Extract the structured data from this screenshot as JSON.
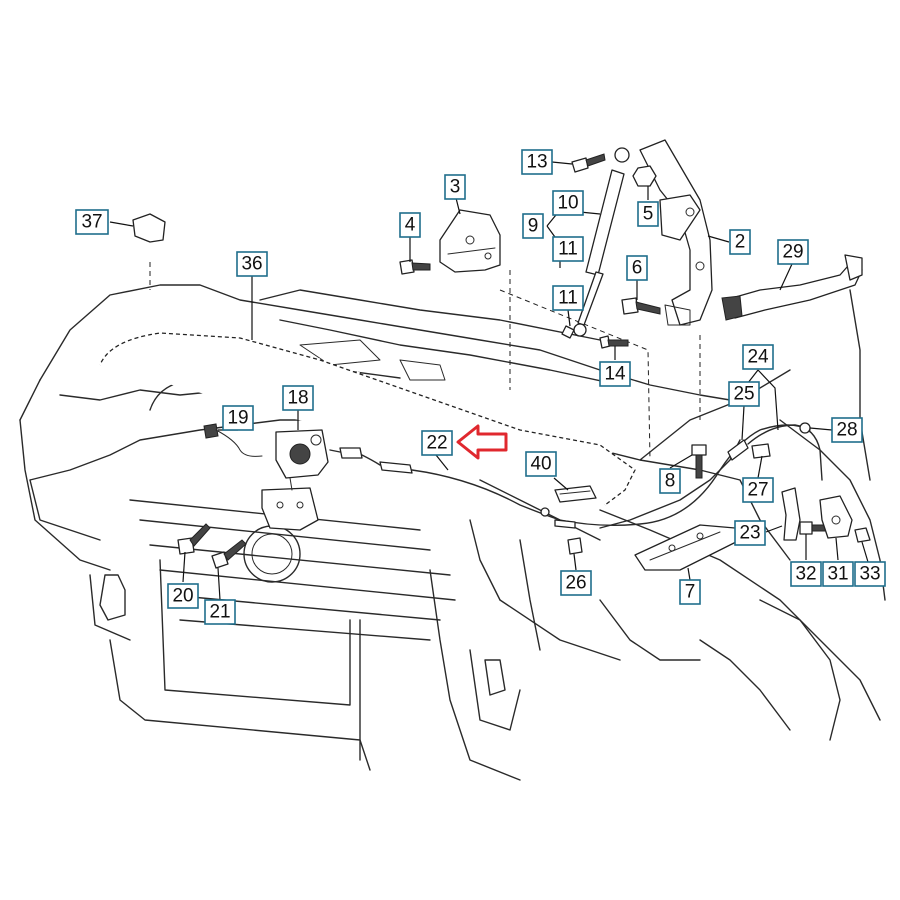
{
  "diagram": {
    "callouts": [
      {
        "id": "c13",
        "label": "13"
      },
      {
        "id": "c3",
        "label": "3"
      },
      {
        "id": "c10",
        "label": "10"
      },
      {
        "id": "c9",
        "label": "9"
      },
      {
        "id": "c11a",
        "label": "11"
      },
      {
        "id": "c5",
        "label": "5"
      },
      {
        "id": "c37",
        "label": "37"
      },
      {
        "id": "c4",
        "label": "4"
      },
      {
        "id": "c2",
        "label": "2"
      },
      {
        "id": "c29",
        "label": "29"
      },
      {
        "id": "c36",
        "label": "36"
      },
      {
        "id": "c6",
        "label": "6"
      },
      {
        "id": "c11b",
        "label": "11"
      },
      {
        "id": "c24",
        "label": "24"
      },
      {
        "id": "c14",
        "label": "14"
      },
      {
        "id": "c25",
        "label": "25"
      },
      {
        "id": "c18",
        "label": "18"
      },
      {
        "id": "c19",
        "label": "19"
      },
      {
        "id": "c22",
        "label": "22"
      },
      {
        "id": "c28",
        "label": "28"
      },
      {
        "id": "c40",
        "label": "40"
      },
      {
        "id": "c8",
        "label": "8"
      },
      {
        "id": "c27",
        "label": "27"
      },
      {
        "id": "c23",
        "label": "23"
      },
      {
        "id": "c20",
        "label": "20"
      },
      {
        "id": "c26",
        "label": "26"
      },
      {
        "id": "c7",
        "label": "7"
      },
      {
        "id": "c32",
        "label": "32"
      },
      {
        "id": "c31",
        "label": "31"
      },
      {
        "id": "c33",
        "label": "33"
      },
      {
        "id": "c21",
        "label": "21"
      }
    ],
    "highlight_color": "#e0282e",
    "callout_border_color": "#1f6e8c"
  }
}
